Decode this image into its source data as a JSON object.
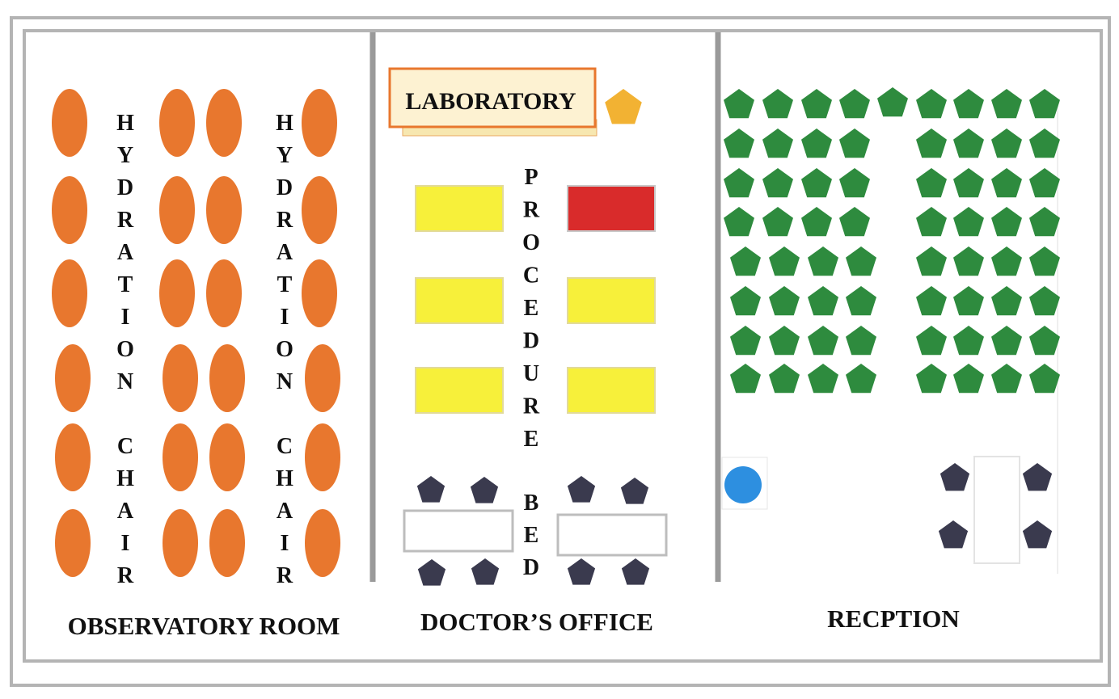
{
  "rooms": {
    "observatory": {
      "label": "OBSERVATORY ROOM",
      "column_label": "HYDRATION CHAIR",
      "chair_color": "#E8772E"
    },
    "doctors_office": {
      "label": "DOCTOR’S OFFICE",
      "laboratory_label": "LABORATORY",
      "procedure_label": "PROCEDURE",
      "bed_label": "BED",
      "lab_box_fill": "#FDF2D2",
      "lab_box_border": "#E8772E",
      "lab_marker_color": "#F2B233",
      "procedure_bed_colors": [
        "#F7F03A",
        "#D92B2B"
      ],
      "chair_color": "#3A3A4E"
    },
    "reception": {
      "label": "RECPTION",
      "seat_color": "#2E8B3E",
      "marker_color": "#2D8FE0",
      "chair_color": "#3A3A4E"
    }
  },
  "colors": {
    "border": "#B4B4B4",
    "divider": "#9A9A9A"
  }
}
